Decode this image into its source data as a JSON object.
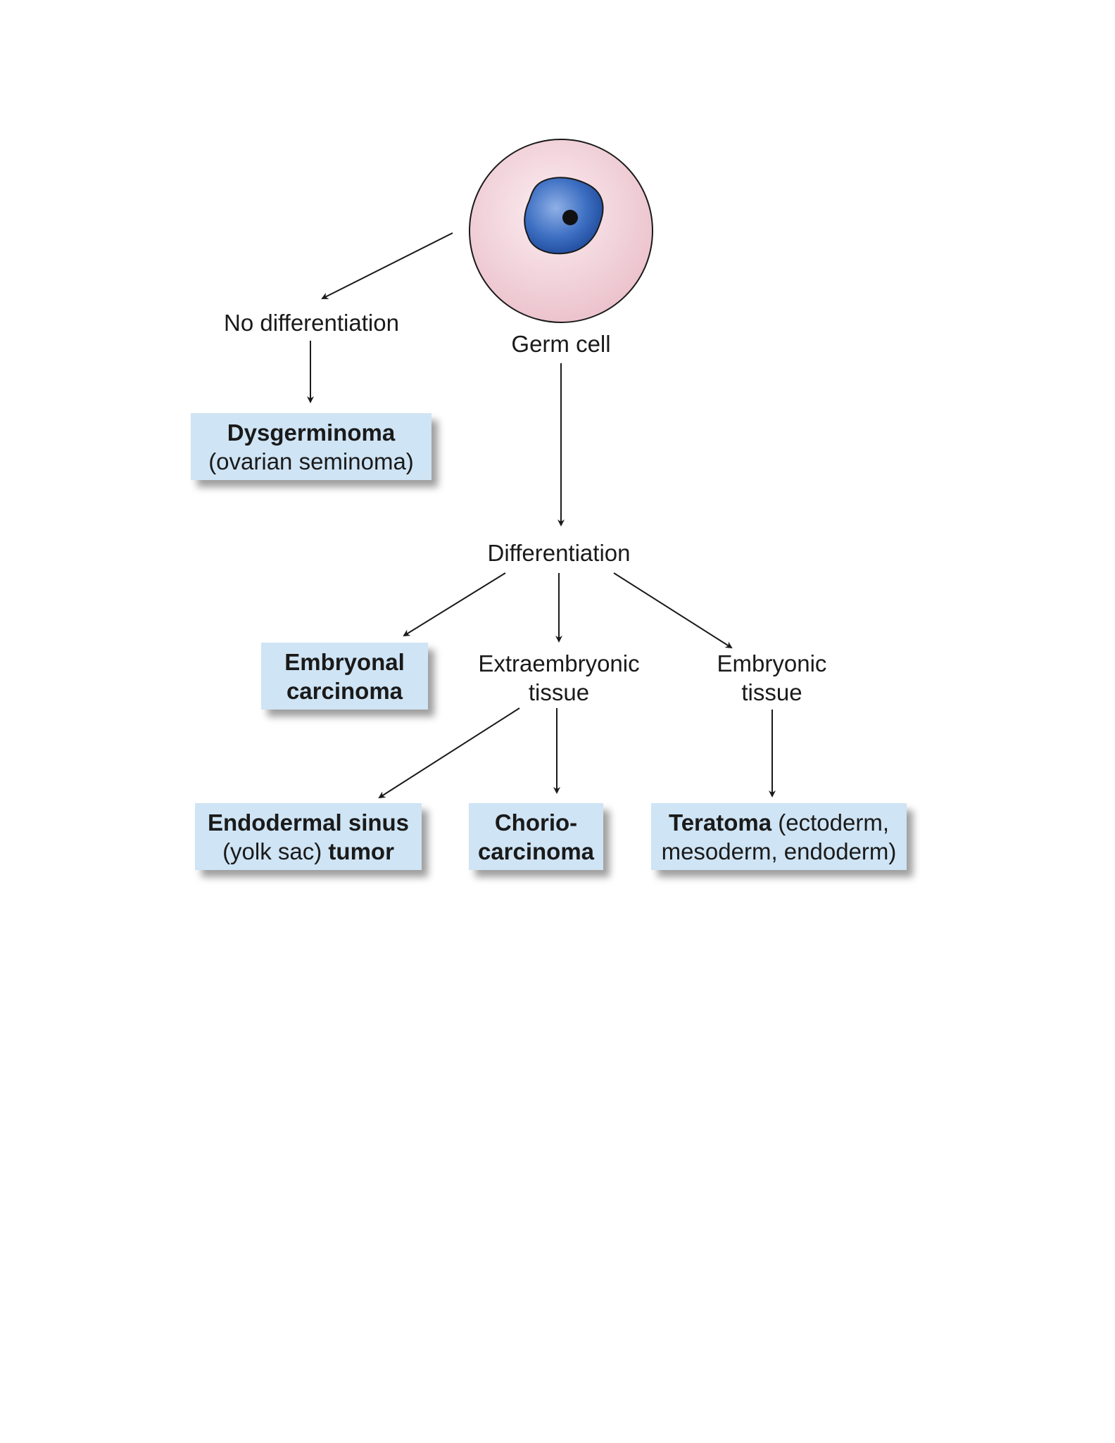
{
  "nodes": {
    "germ_cell": "Germ cell",
    "no_differentiation": "No differentiation",
    "dysgerminoma": {
      "title": "Dysgerminoma",
      "subtitle": "(ovarian seminoma)"
    },
    "differentiation": "Differentiation",
    "embryonal_carcinoma": {
      "line1": "Embryonal",
      "line2": "carcinoma"
    },
    "extraembryonic_tissue": {
      "line1": "Extraembryonic",
      "line2": "tissue"
    },
    "embryonic_tissue": {
      "line1": "Embryonic",
      "line2": "tissue"
    },
    "endodermal_sinus": {
      "line1": "Endodermal sinus",
      "line2_normal": "(yolk sac) ",
      "line2_bold": "tumor"
    },
    "choriocarcinoma": {
      "line1": "Chorio-",
      "line2": "carcinoma"
    },
    "teratoma": {
      "bold": "Teratoma",
      "rest1": " (ectoderm,",
      "line2": "mesoderm, endoderm)"
    }
  },
  "colors": {
    "cell_body": "#f2d3da",
    "nucleus": "#2f5fb0",
    "box_fill": "#cfe4f4",
    "arrow": "#1a1a1a"
  },
  "icons": {
    "cell": "germ-cell-icon"
  }
}
